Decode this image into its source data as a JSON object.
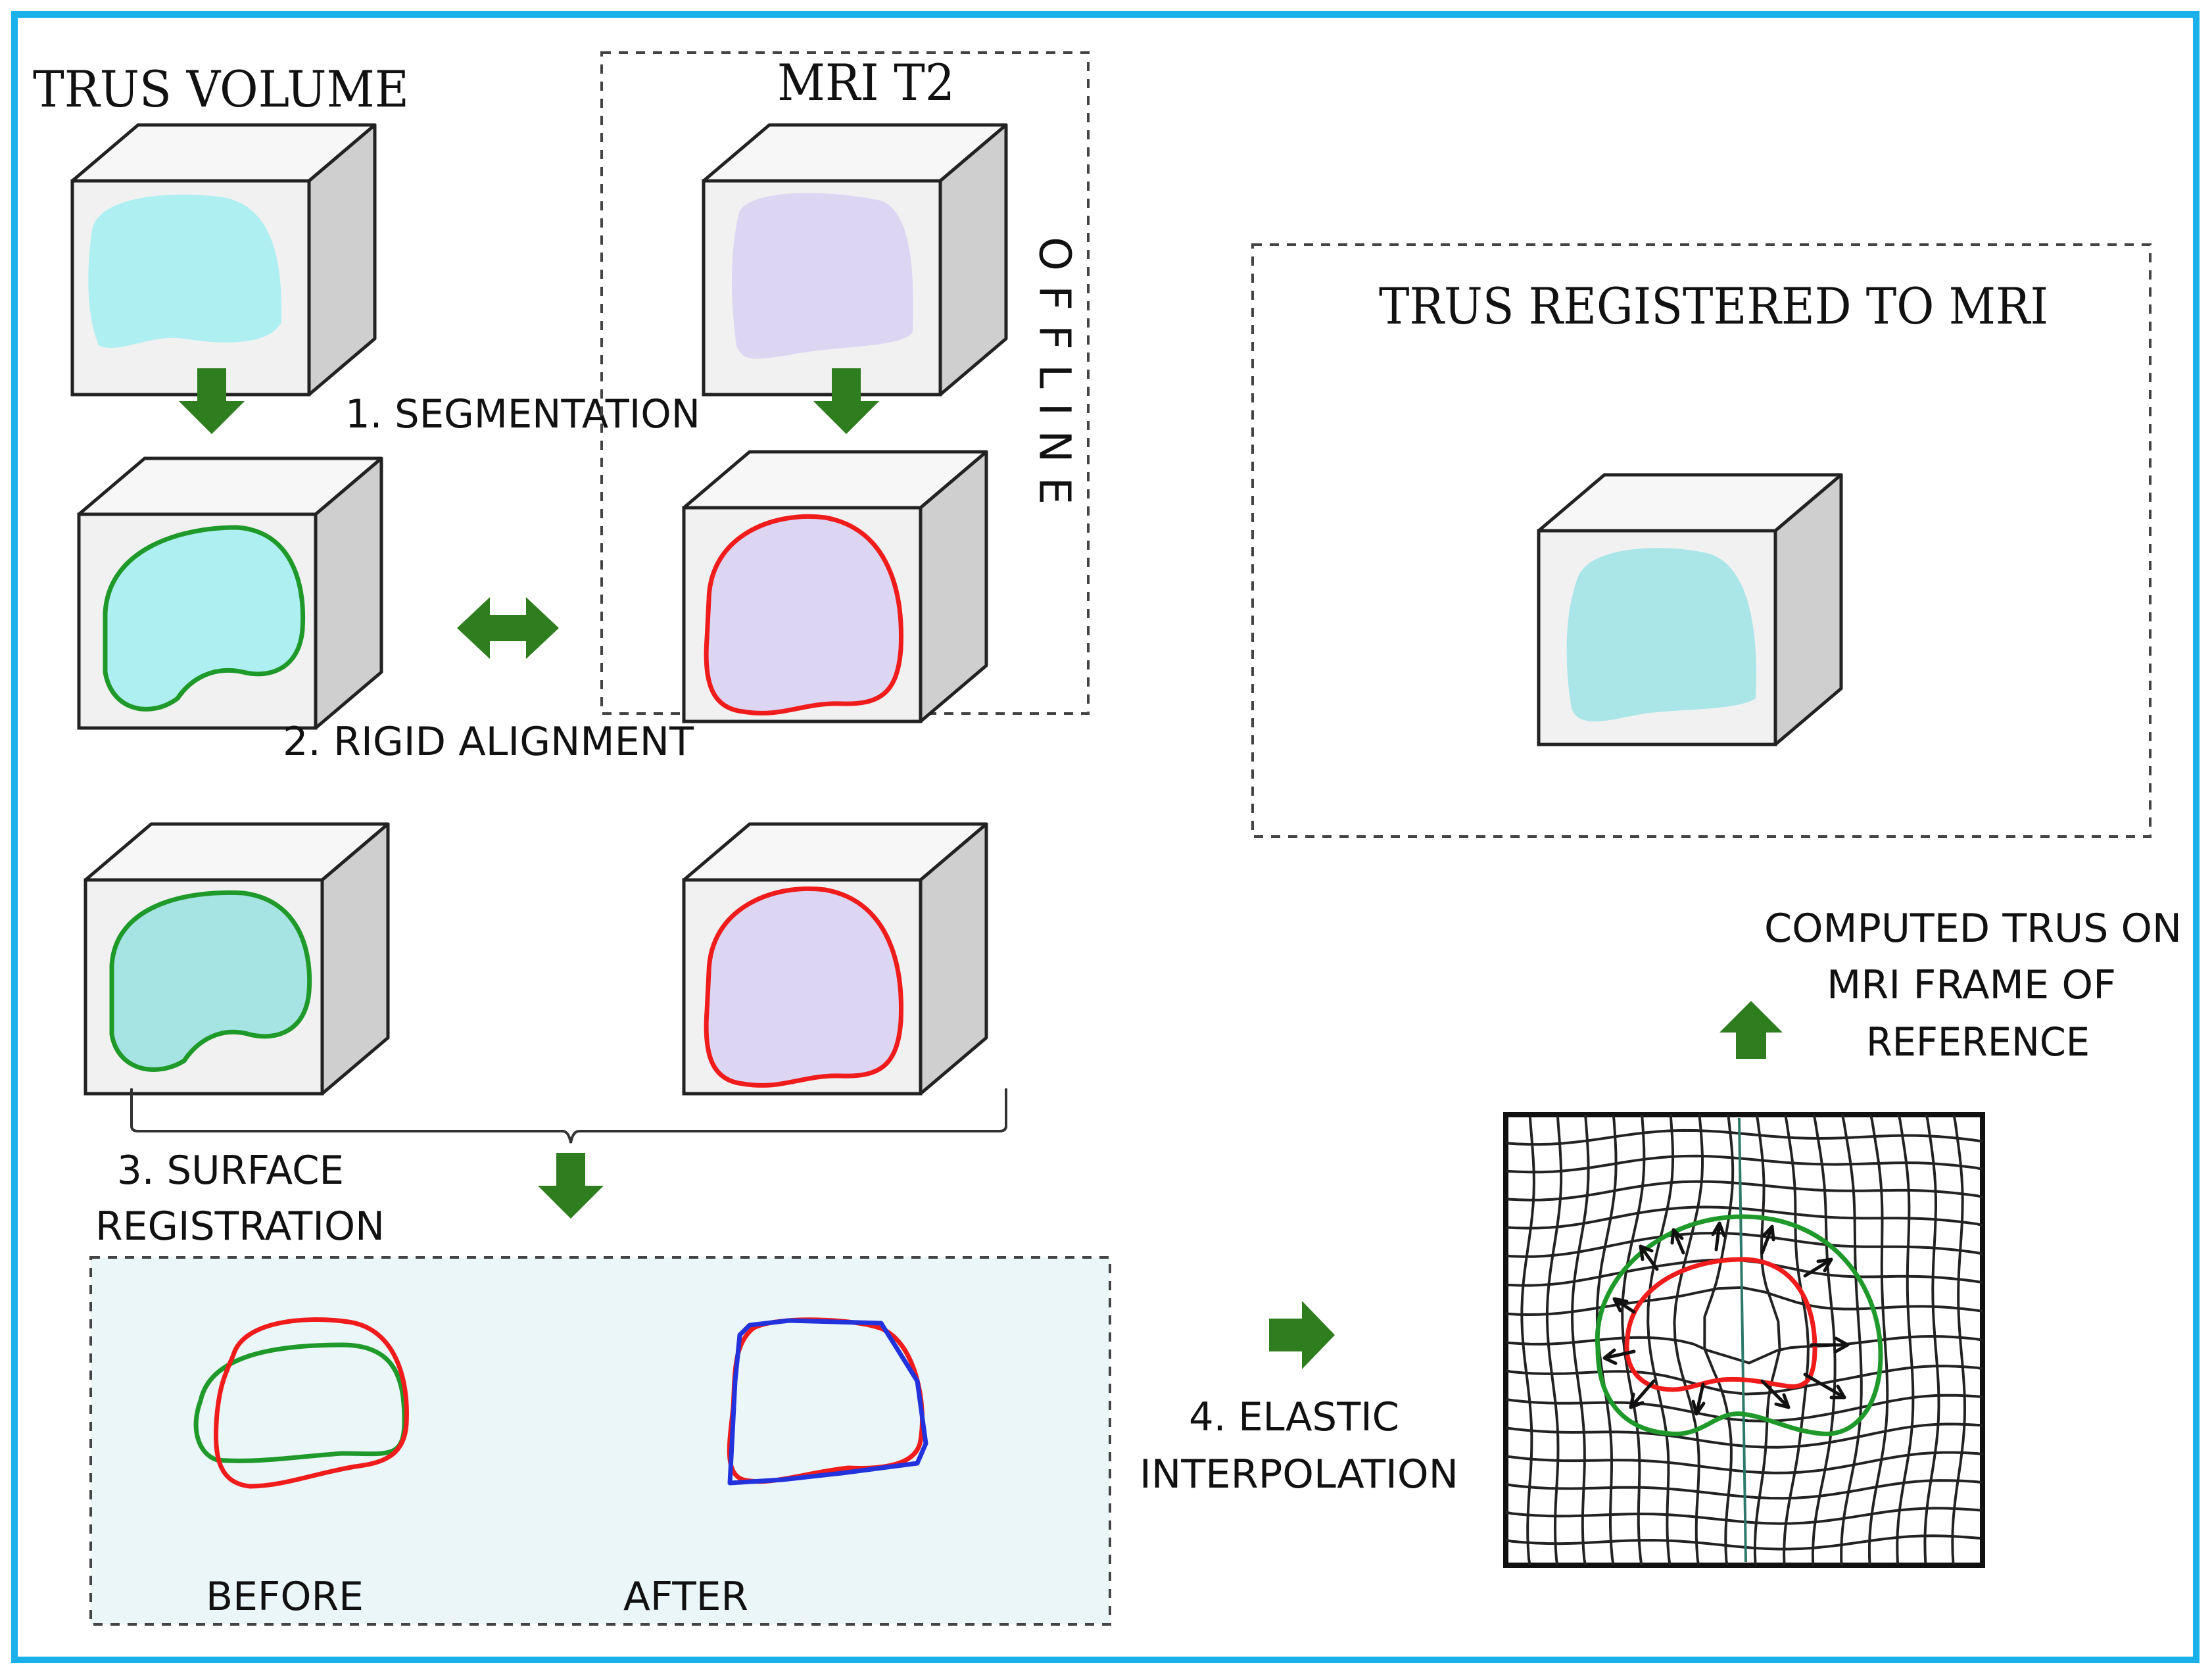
{
  "labels": {
    "trus_volume": "TRUS VOLUME",
    "mri_t2": "MRI T2",
    "offline": "OFFLINE",
    "segmentation": "1. SEGMENTATION",
    "rigid_alignment": "2. RIGID ALIGNMENT",
    "surface_registration_line1": "3. SURFACE",
    "surface_registration_line2": "REGISTRATION",
    "before": "BEFORE",
    "after": "AFTER",
    "elastic_line1": "4. ELASTIC",
    "elastic_line2": "INTERPOLATION",
    "registered": "TRUS REGISTERED TO MRI",
    "computed_line1": "COMPUTED TRUS ON",
    "computed_line2": "MRI FRAME OF",
    "computed_line3": "REFERENCE"
  },
  "colors": {
    "frame": "#1ab0ea",
    "arrow": "#2e7d1e",
    "trus_fill": "#aef0f2",
    "trus_fill_dark": "#a6e3e3",
    "mri_fill": "#ddd6f3",
    "green_contour": "#1f9a2a",
    "red_contour": "#f01c1c",
    "blue_contour": "#2233dd",
    "cube_front": "#f1f1f1",
    "cube_side": "#cfcfcf",
    "panel_bg": "#eaf6f8"
  }
}
